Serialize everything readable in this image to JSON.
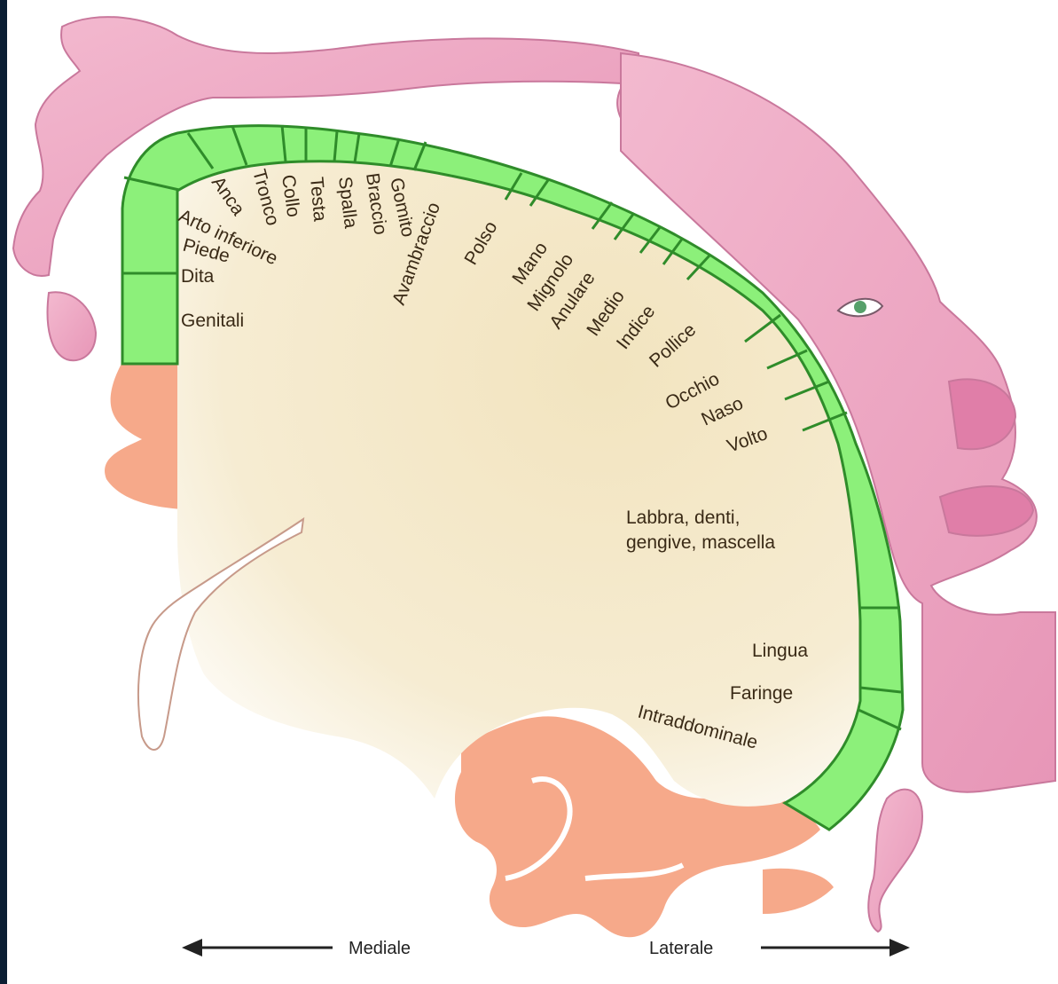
{
  "labels": {
    "anca": "Anca",
    "tronco": "Tronco",
    "collo": "Collo",
    "testa": "Testa",
    "spalla": "Spalla",
    "braccio": "Braccio",
    "gomito": "Gomito",
    "arto_inferiore": "Arto inferiore",
    "piede": "Piede",
    "dita": "Dita",
    "genitali": "Genitali",
    "avambraccio": "Avambraccio",
    "polso": "Polso",
    "mano": "Mano",
    "mignolo": "Mignolo",
    "anulare": "Anulare",
    "medio": "Medio",
    "indice": "Indice",
    "pollice": "Pollice",
    "occhio": "Occhio",
    "naso": "Naso",
    "volto": "Volto",
    "labbra_1": "Labbra, denti,",
    "labbra_2": "gengive, mascella",
    "lingua": "Lingua",
    "faringe": "Faringe",
    "intraddominale": "Intraddominale"
  },
  "axis": {
    "mediale": "Mediale",
    "laterale": "Laterale"
  },
  "colors": {
    "cortex_band": "#8cf07a",
    "band_lines": "#2f8c2a",
    "white_matter": "#f3e7c6",
    "gyri": "#f6a98a",
    "homunculus": "#eea7c4",
    "background": "#0b1e33"
  }
}
